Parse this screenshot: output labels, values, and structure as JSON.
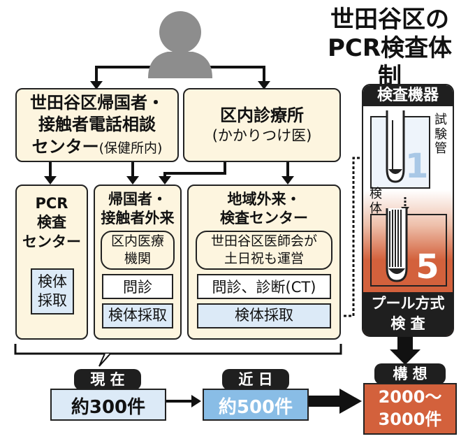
{
  "title": {
    "line1": "世田谷区の",
    "line2": "PCR検査体制"
  },
  "nodes": {
    "hotline": {
      "line1": "世田谷区帰国者・",
      "line2": "接触者電話相談",
      "line3": "センター",
      "note": "(保健所内)"
    },
    "clinic": {
      "line1": "区内診療所",
      "line2": "(かかりつけ医)"
    },
    "pcr_center": {
      "line1": "PCR",
      "line2": "検査",
      "line3": "センター",
      "sub": "検体\n採取"
    },
    "outpatient": {
      "line1": "帰国者・",
      "line2": "接触者外来",
      "paren": "区内医療\n機関",
      "item1": "問診",
      "item2": "検体採取"
    },
    "regional": {
      "line1": "地域外来・",
      "line2": "検査センター",
      "paren": "世田谷区医師会が\n土日祝も運営",
      "item1": "問診、診断(CT)",
      "item2": "検体採取"
    }
  },
  "equipment": {
    "header": "検査機器",
    "tube_label": "試\n験\n管",
    "sample_label": "検\n体",
    "count_single": "1",
    "count_pool": "5",
    "method": "プール方式\n検 査"
  },
  "capacity": {
    "current": {
      "label": "現 在",
      "value": "約300件"
    },
    "soon": {
      "label": "近 日",
      "value": "約500件"
    },
    "plan": {
      "label": "構 想",
      "value": "2000〜\n3000件"
    }
  },
  "colors": {
    "box_fill": "#fdf5df",
    "blue_fill": "#dceaf7",
    "orange": "#d3613c",
    "dark": "#1f1f1f"
  },
  "icons": [
    "person-icon",
    "test-tube-icon",
    "pooled-tubes-icon"
  ]
}
